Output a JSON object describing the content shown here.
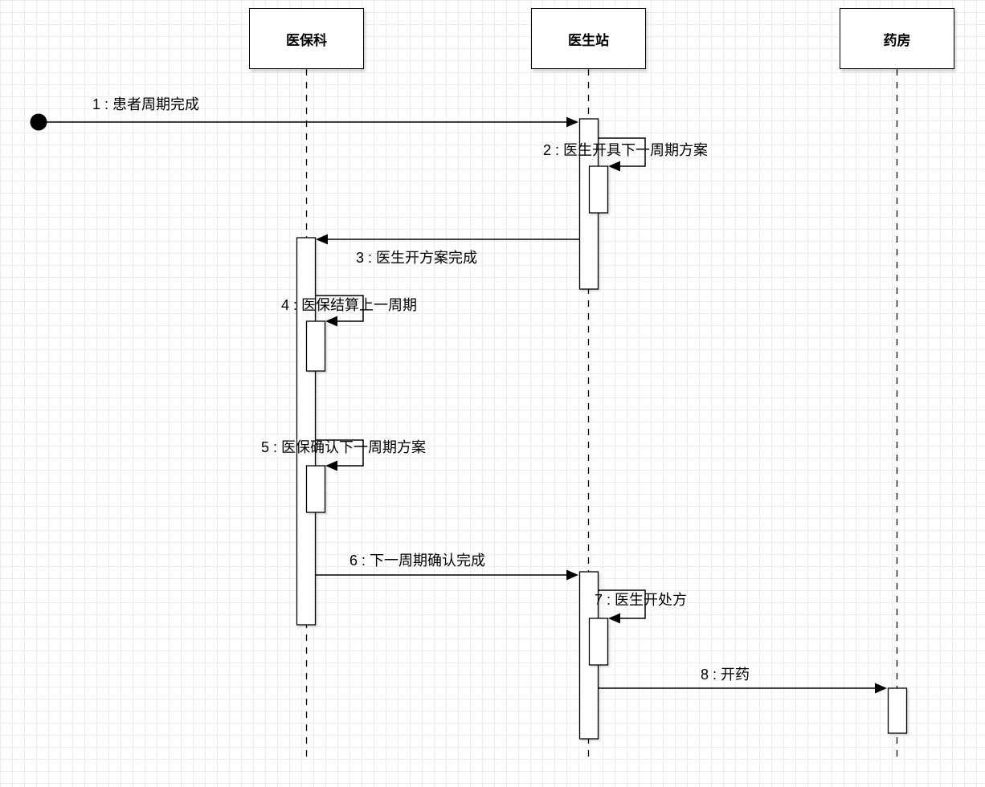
{
  "canvas": {
    "background": "#ffffff",
    "grid_color": "#e8eef0",
    "line_color": "#000000"
  },
  "actors": [
    {
      "label": "医保科"
    },
    {
      "label": "医生站"
    },
    {
      "label": "药房"
    }
  ],
  "messages": [
    {
      "label": "1 : 患者周期完成"
    },
    {
      "label": "2 : 医生开具下一周期方案"
    },
    {
      "label": "3 : 医生开方案完成"
    },
    {
      "label": "4 : 医保结算上一周期"
    },
    {
      "label": "5 : 医保确认下一周期方案"
    },
    {
      "label": "6 : 下一周期确认完成"
    },
    {
      "label": "7 : 医生开处方"
    },
    {
      "label": "8 : 开药"
    }
  ]
}
